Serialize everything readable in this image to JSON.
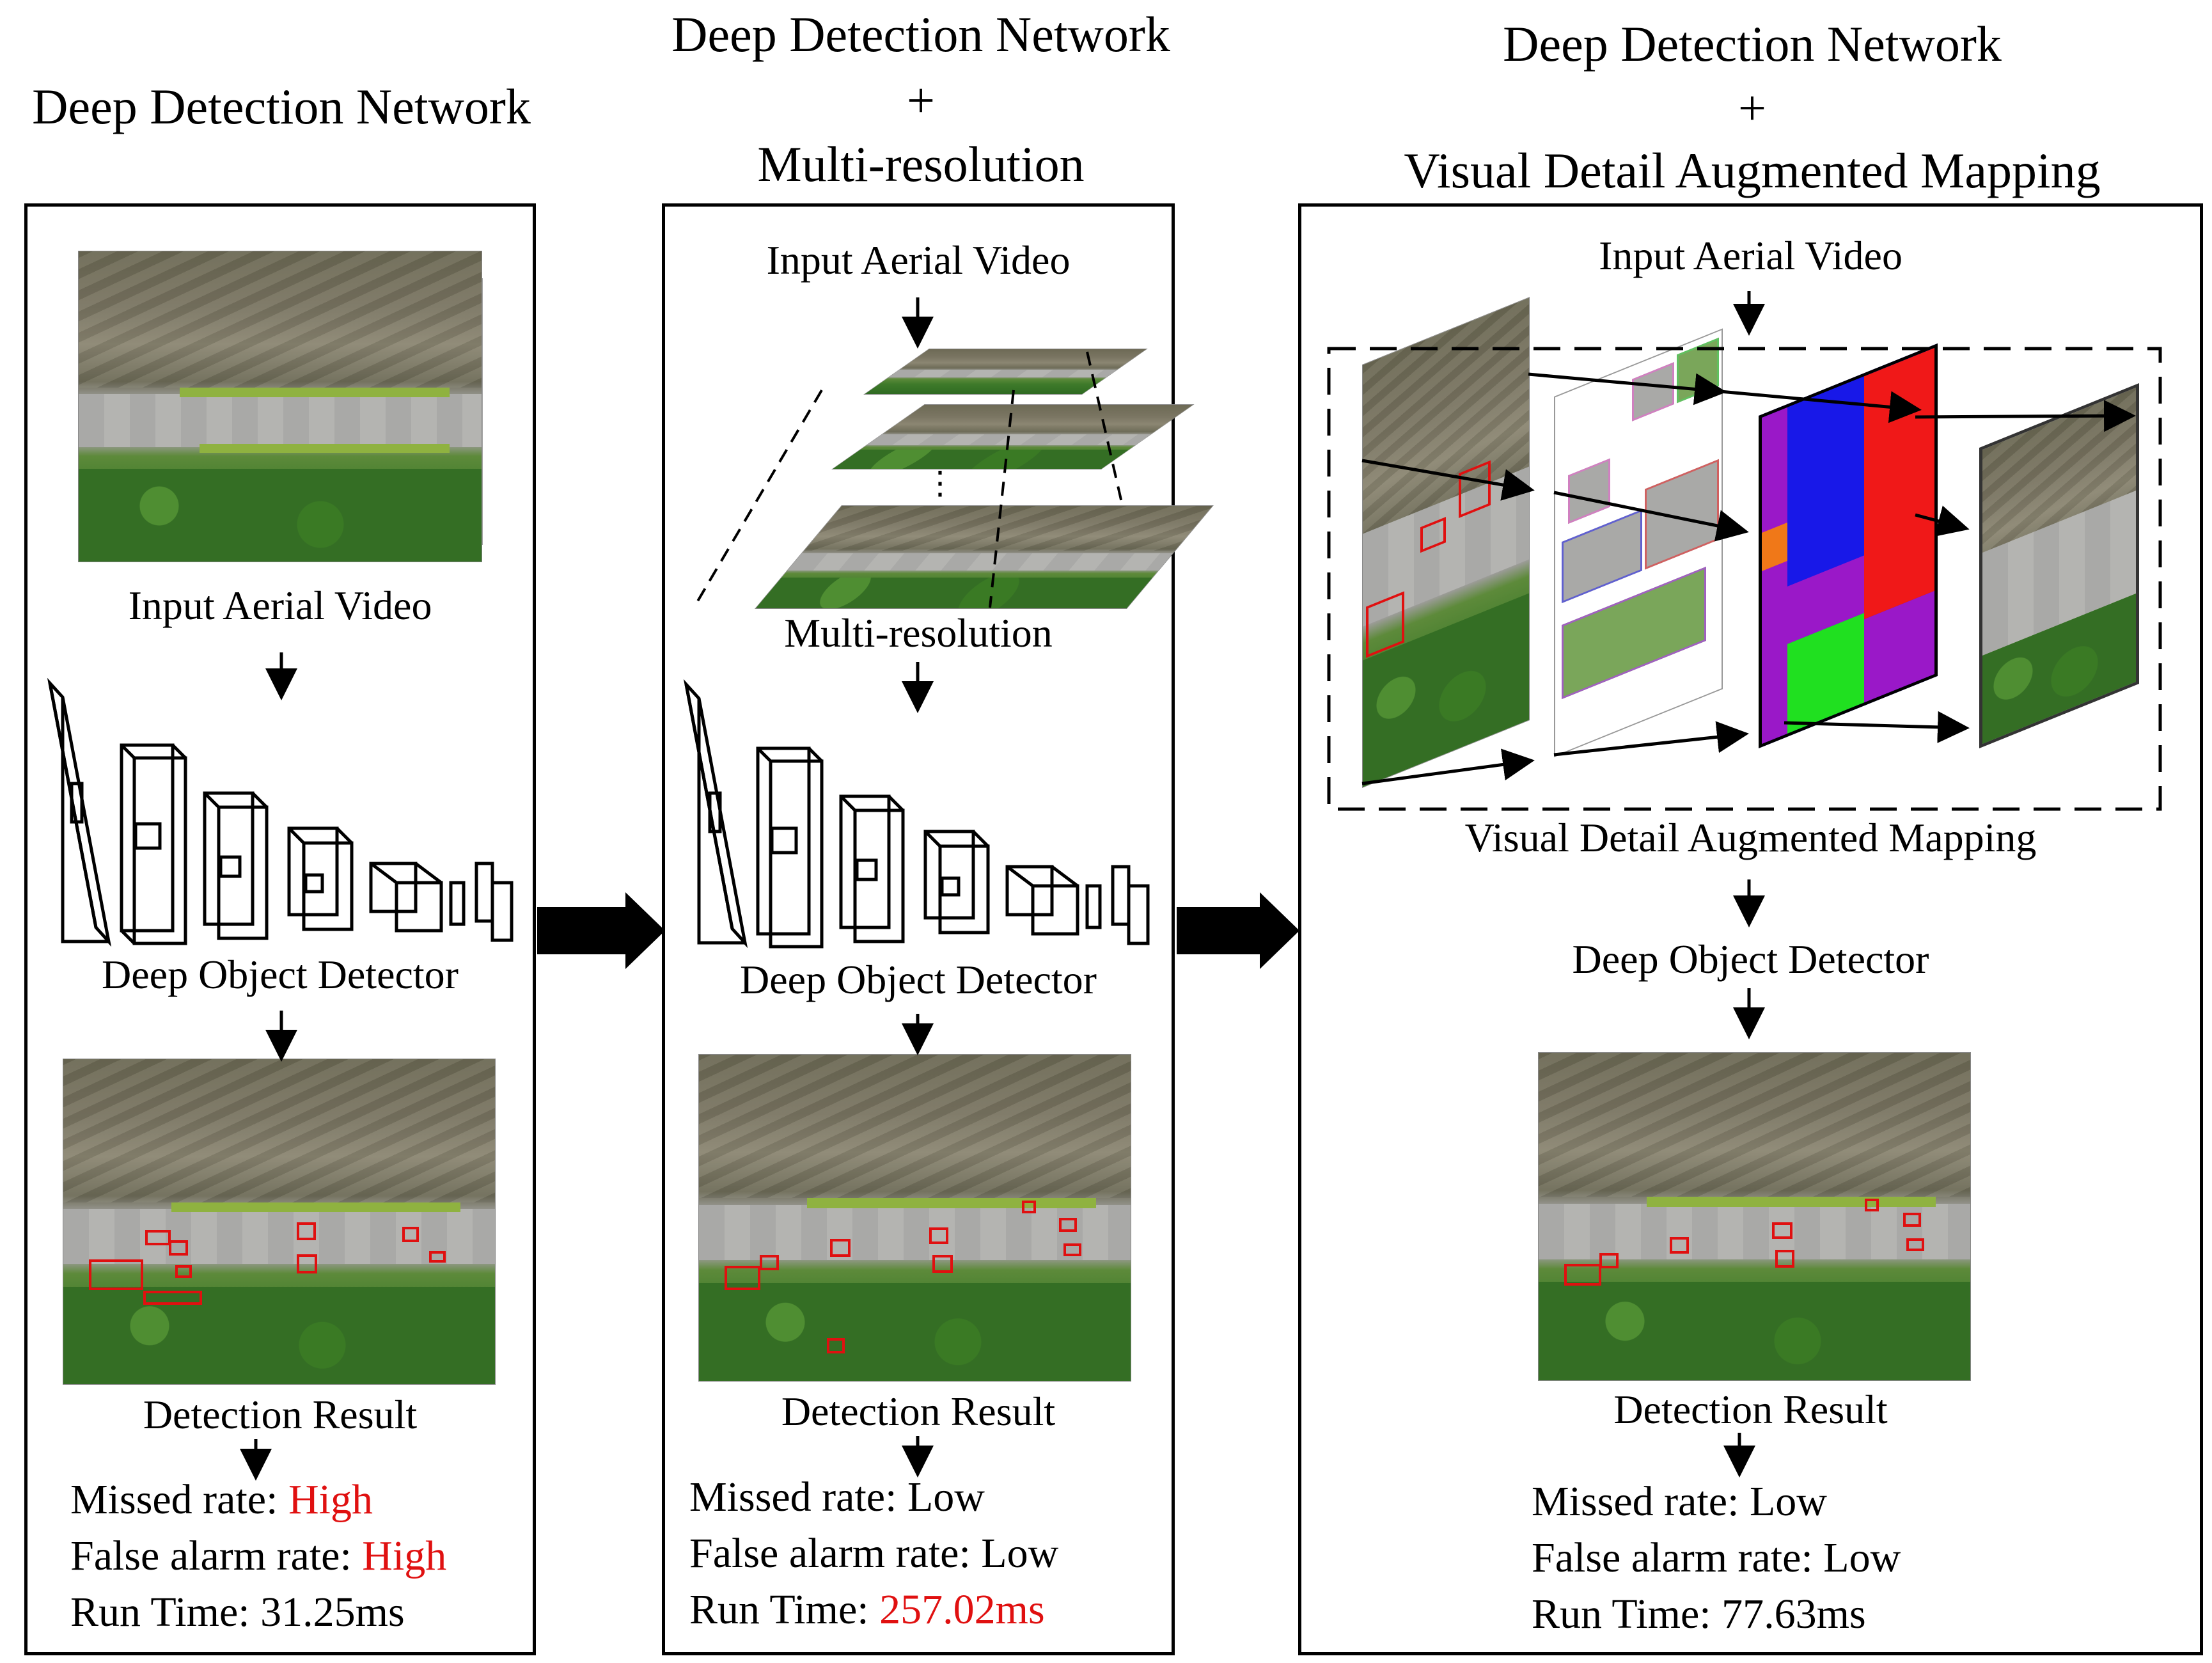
{
  "panel1": {
    "title": "Deep Detection Network",
    "input_label": "Input Aerial Video",
    "detector_label": "Deep Object Detector",
    "result_label": "Detection Result",
    "missed_label": "Missed rate: ",
    "missed_value": "High",
    "false_label": "False alarm rate: ",
    "false_value": "High",
    "runtime_label": "Run Time: ",
    "runtime_value": "31.25ms"
  },
  "panel2": {
    "title_line1": "Deep Detection Network",
    "title_plus": "+",
    "title_line2": "Multi-resolution",
    "input_label": "Input Aerial Video",
    "ellipsis": "⋮",
    "multires_label": "Multi-resolution",
    "detector_label": "Deep Object Detector",
    "result_label": "Detection Result",
    "missed_label": "Missed rate: ",
    "missed_value": "Low",
    "false_label": "False alarm rate: ",
    "false_value": "Low",
    "runtime_label": "Run Time: ",
    "runtime_value": "257.02ms"
  },
  "panel3": {
    "title_line1": "Deep Detection Network",
    "title_plus": "+",
    "title_line2": "Visual Detail Augmented Mapping",
    "input_label": "Input Aerial Video",
    "mapping_label": "Visual Detail Augmented Mapping",
    "detector_label": "Deep Object Detector",
    "result_label": "Detection Result",
    "missed_label": "Missed rate: ",
    "missed_value": "Low",
    "false_label": "False alarm rate: ",
    "false_value": "Low",
    "runtime_label": "Run Time: ",
    "runtime_value": "77.63ms"
  },
  "colors": {
    "highlight": "#e01010",
    "mosaic_blue": "#1818e8",
    "mosaic_red": "#f01818",
    "mosaic_green": "#20e020",
    "mosaic_purple": "#9a18c8",
    "mosaic_orange": "#f07818"
  }
}
